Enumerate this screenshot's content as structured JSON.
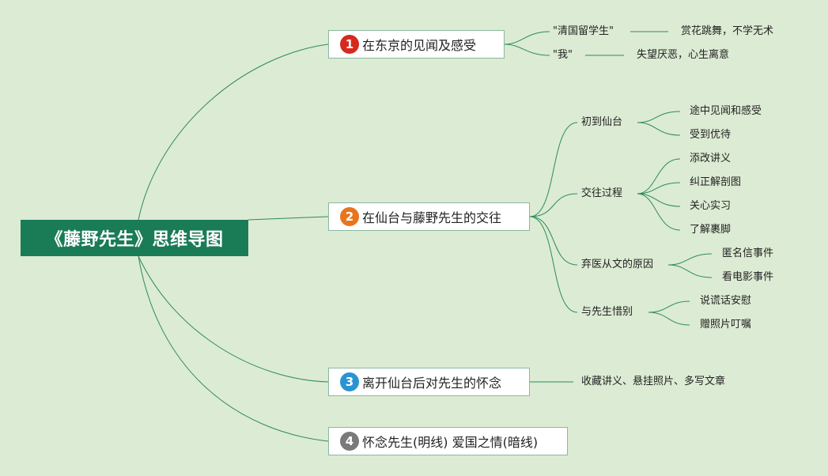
{
  "root": {
    "label": "《藤野先生》思维导图"
  },
  "colors": {
    "background": "#dcebd3",
    "root_fill": "#1a7b57",
    "line": "#2e8b5e",
    "badge_1": "#d62a1f",
    "badge_2": "#e8751e",
    "badge_3": "#2a93d4",
    "badge_4": "#7a7a7a"
  },
  "topics": [
    {
      "number": "1",
      "label": "在东京的见闻及感受",
      "children": [
        {
          "label": "\"清国留学生\"",
          "children": [
            {
              "label": "赏花跳舞，不学无术"
            }
          ]
        },
        {
          "label": "\"我\"",
          "children": [
            {
              "label": "失望厌恶，心生离意"
            }
          ]
        }
      ]
    },
    {
      "number": "2",
      "label": "在仙台与藤野先生的交往",
      "children": [
        {
          "label": "初到仙台",
          "children": [
            {
              "label": "途中见闻和感受"
            },
            {
              "label": "受到优待"
            }
          ]
        },
        {
          "label": "交往过程",
          "children": [
            {
              "label": "添改讲义"
            },
            {
              "label": "纠正解剖图"
            },
            {
              "label": "关心实习"
            },
            {
              "label": "了解裹脚"
            }
          ]
        },
        {
          "label": "弃医从文的原因",
          "children": [
            {
              "label": "匿名信事件"
            },
            {
              "label": "看电影事件"
            }
          ]
        },
        {
          "label": "与先生惜别",
          "children": [
            {
              "label": "说谎话安慰"
            },
            {
              "label": "赠照片叮嘱"
            }
          ]
        }
      ]
    },
    {
      "number": "3",
      "label": "离开仙台后对先生的怀念",
      "children": [
        {
          "label": "收藏讲义、悬挂照片、多写文章"
        }
      ]
    },
    {
      "number": "4",
      "label": "怀念先生(明线) 爱国之情(暗线)",
      "children": []
    }
  ]
}
